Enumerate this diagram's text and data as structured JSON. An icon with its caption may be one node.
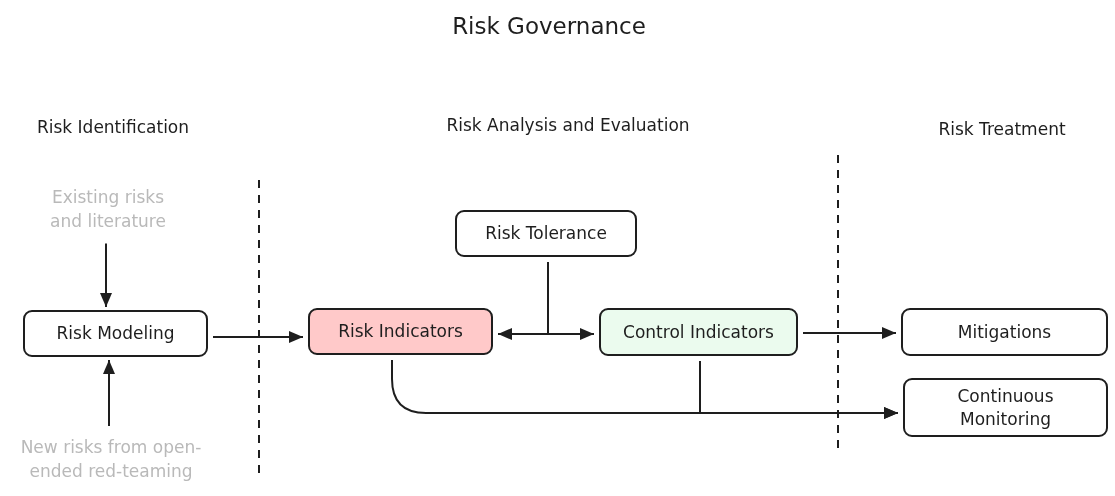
{
  "diagram": {
    "title": "Risk Governance",
    "nodes": [
      {
        "text": [
          "Existing risks and literature"
        ]
      },
      {
        "text": [
          "Risk Modeling"
        ]
      },
      {
        "text": [
          "New risks from open-ended red-teaming"
        ]
      },
      {
        "text": [
          "Risk Tolerance"
        ]
      },
      {
        "text": [
          "Risk Indicators"
        ]
      },
      {
        "text": [
          "Control Indicators"
        ]
      },
      {
        "text": [
          "Mitigations"
        ]
      },
      {
        "text": [
          "Continuous Monitoring"
        ]
      }
    ],
    "edges": [
      {
        "from": 0,
        "to": 1,
        "arrow": "to"
      },
      {
        "from": 2,
        "to": 1,
        "arrow": "to"
      },
      {
        "from": 1,
        "to": 4,
        "arrow": "to"
      },
      {
        "from": 3,
        "to": 4,
        "arrow": "to"
      },
      {
        "from": 3,
        "to": 5,
        "arrow": "to"
      },
      {
        "from": 5,
        "to": 6,
        "arrow": "to"
      },
      {
        "from": 4,
        "to": 7,
        "arrow": "to"
      },
      {
        "from": 5,
        "to": 7,
        "arrow": "to"
      }
    ],
    "labels": [
      "Risk Identification",
      "Risk Analysis and Evaluation",
      "Risk Treatment"
    ]
  }
}
